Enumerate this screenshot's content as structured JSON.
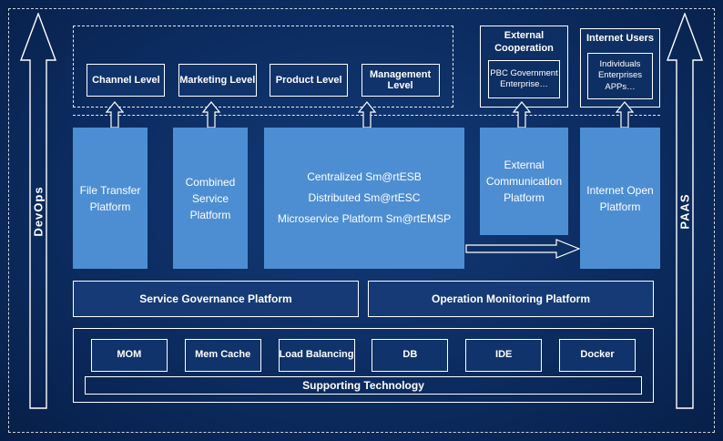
{
  "colors": {
    "background": "#0c2c60",
    "platform_blue": "#4d8ed3",
    "panel_navy": "#10336b",
    "border": "#ffffff"
  },
  "left_rail": {
    "label": "DevOps"
  },
  "right_rail": {
    "label": "PAAS"
  },
  "top": {
    "levels": [
      "Channel Level",
      "Marketing Level",
      "Product Level",
      "Management Level"
    ],
    "external_cooperation": {
      "title": "External Cooperation",
      "item": "PBC Government Enterprise…"
    },
    "internet_users": {
      "title": "Internet Users",
      "item": "Individuals Enterprises APPs…"
    }
  },
  "platforms": {
    "file_transfer": "File Transfer Platform",
    "combined": "Combined Service Platform",
    "esb": {
      "line1": "Centralized Sm@rtESB",
      "line2": "Distributed Sm@rtESC",
      "line3": "Microservice Platform Sm@rtEMSP"
    },
    "external_comm": "External Communication Platform",
    "internet_open": "Internet Open Platform"
  },
  "governance": {
    "service": "Service Governance Platform",
    "operation": "Operation Monitoring Platform"
  },
  "supporting": {
    "items": [
      "MOM",
      "Mem Cache",
      "Load Balancing",
      "DB",
      "IDE",
      "Docker"
    ],
    "label": "Supporting Technology"
  }
}
